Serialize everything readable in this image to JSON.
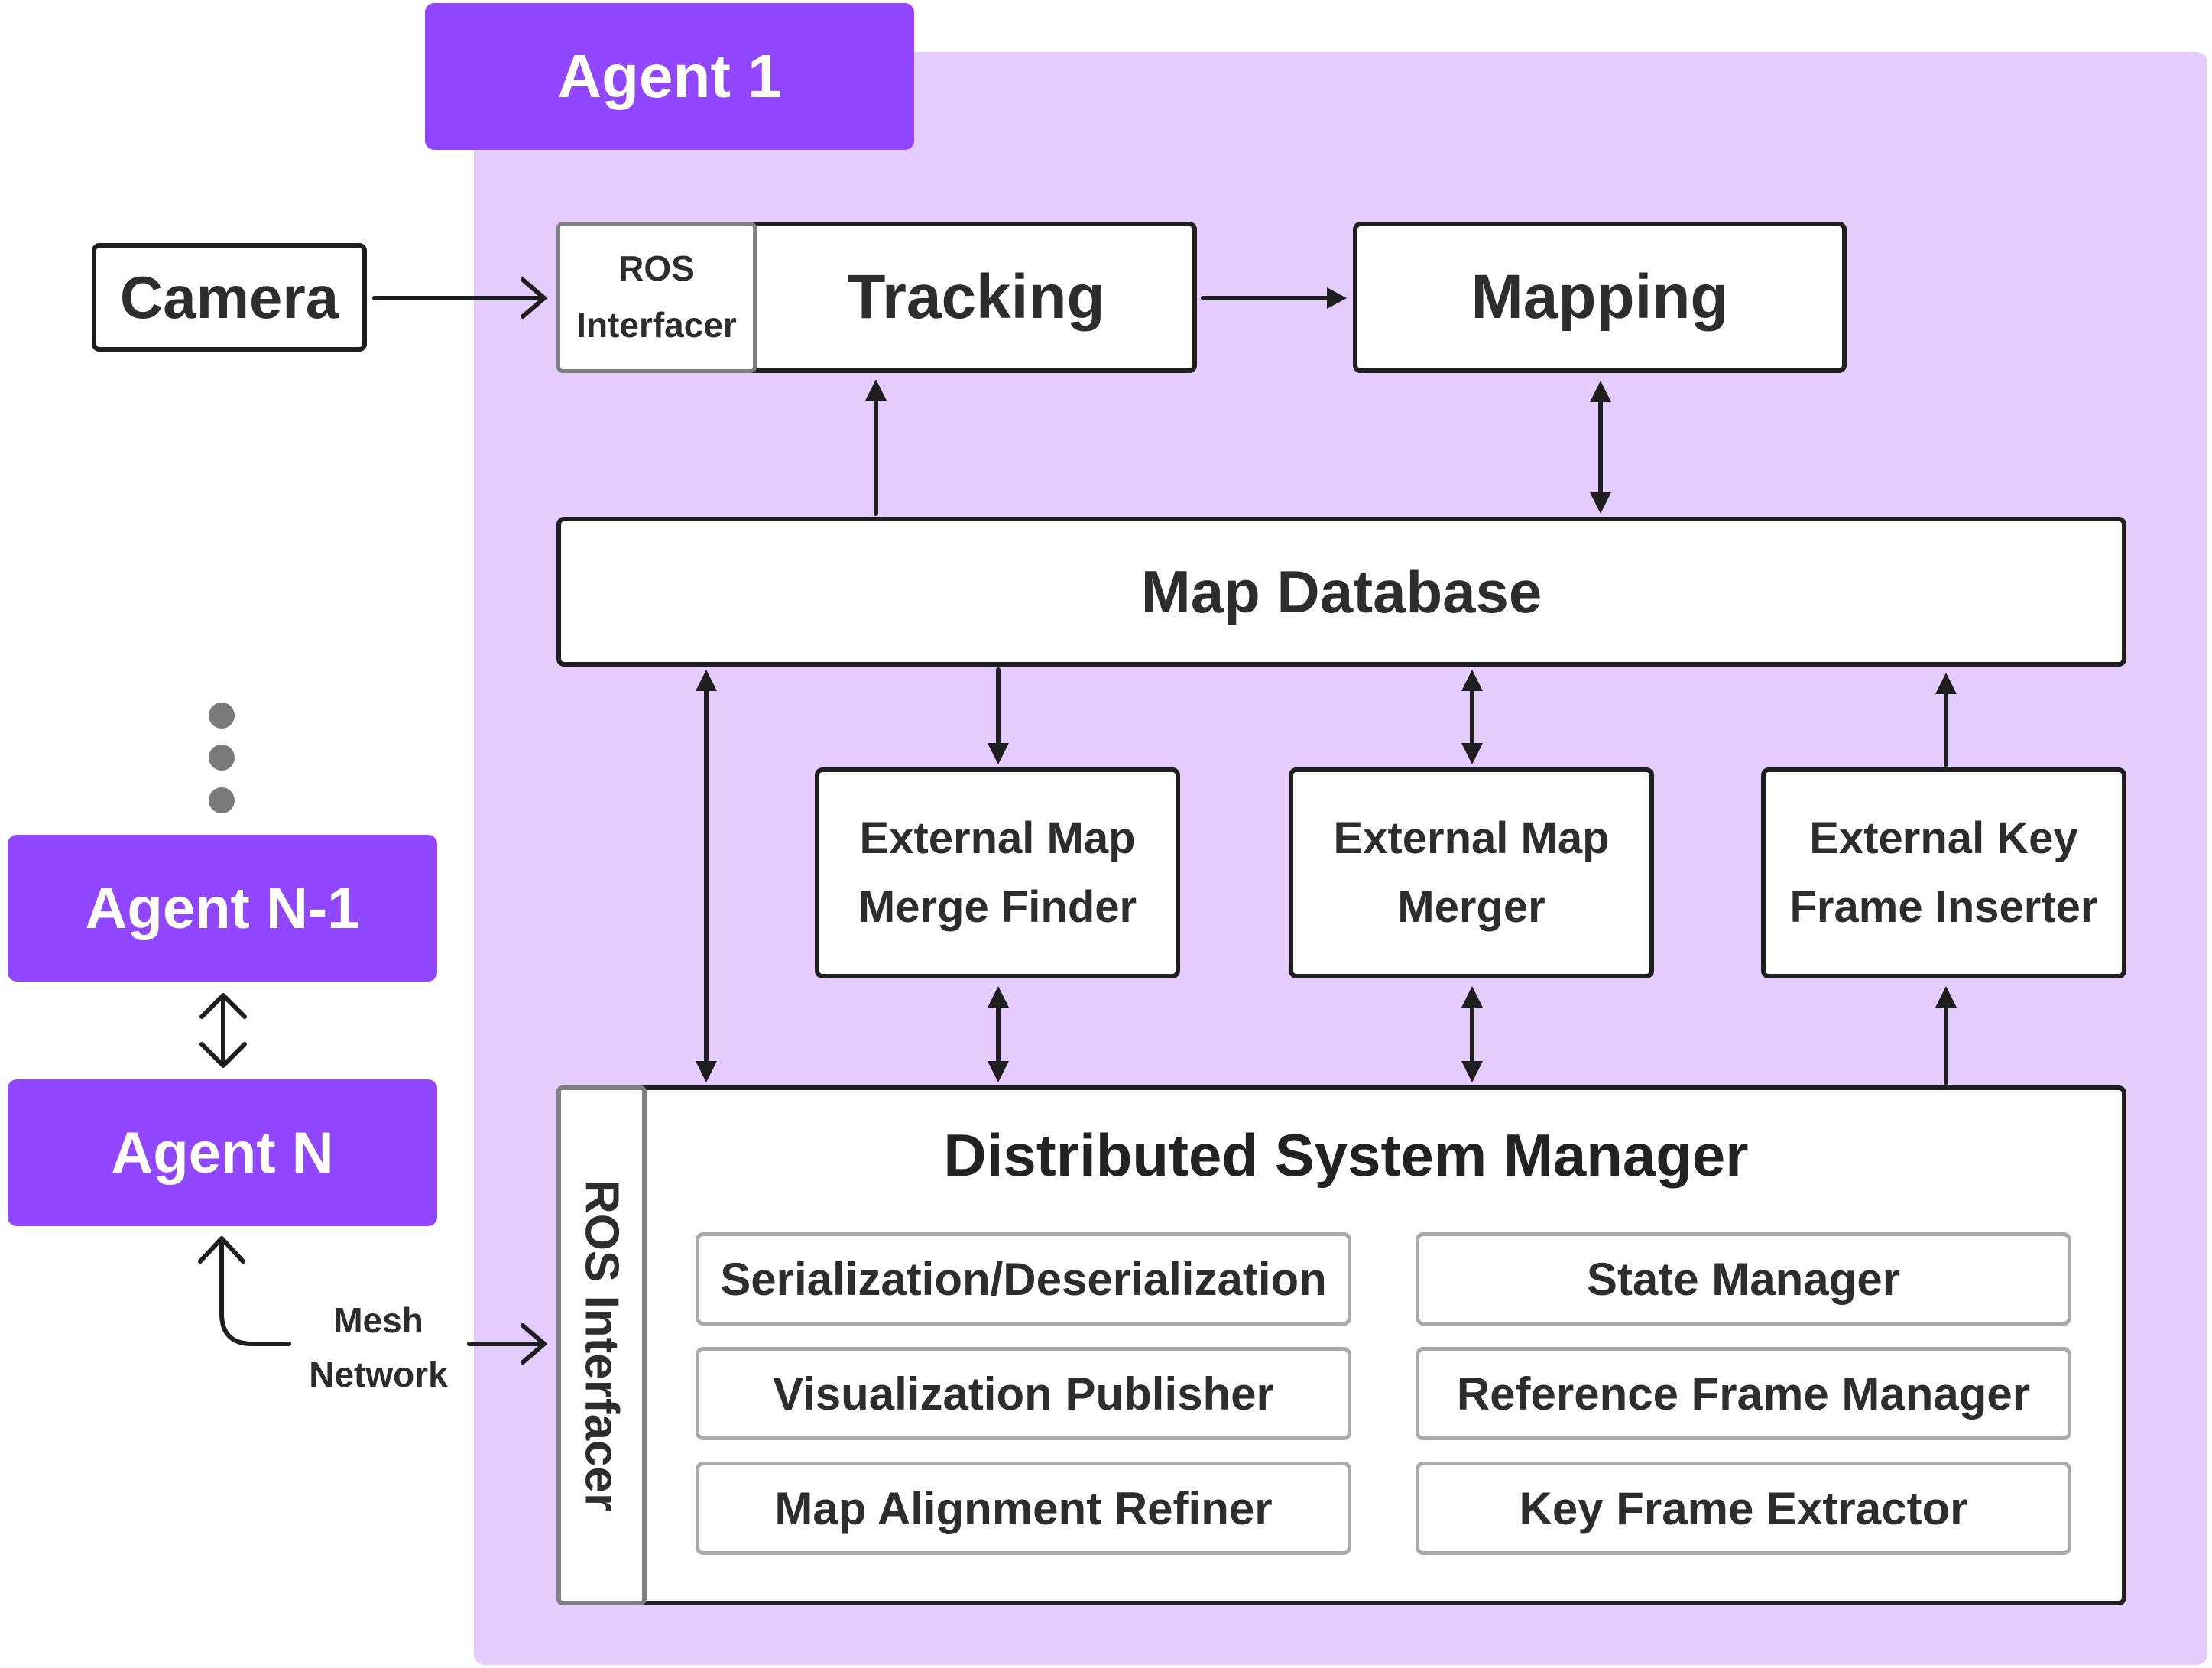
{
  "agent1": {
    "label": "Agent 1"
  },
  "camera": {
    "label": "Camera"
  },
  "ros_interfacer_top": {
    "line1": "ROS",
    "line2": "Interfacer"
  },
  "tracking": {
    "label": "Tracking"
  },
  "mapping": {
    "label": "Mapping"
  },
  "map_database": {
    "label": "Map Database"
  },
  "ext_merge_finder": {
    "line1": "External Map",
    "line2": "Merge Finder"
  },
  "ext_map_merger": {
    "line1": "External Map",
    "line2": "Merger"
  },
  "ext_keyframe_inserter": {
    "line1": "External Key",
    "line2": "Frame Inserter"
  },
  "dsm": {
    "title": "Distributed System Manager",
    "ros_interfacer": "ROS Interfacer",
    "modules": [
      "Serialization/Deserialization",
      "State Manager",
      "Visualization Publisher",
      "Reference Frame Manager",
      "Map Alignment Refiner",
      "Key Frame Extractor"
    ]
  },
  "agents": {
    "n_minus_1": "Agent N-1",
    "n": "Agent N"
  },
  "mesh_network": {
    "line1": "Mesh",
    "line2": "Network"
  },
  "colors": {
    "region": "#e4cdfd",
    "agent_tag": "#9147ff",
    "border": "#1e1e1e",
    "sub_border": "#aaaaaa",
    "ros_border": "#808080"
  }
}
